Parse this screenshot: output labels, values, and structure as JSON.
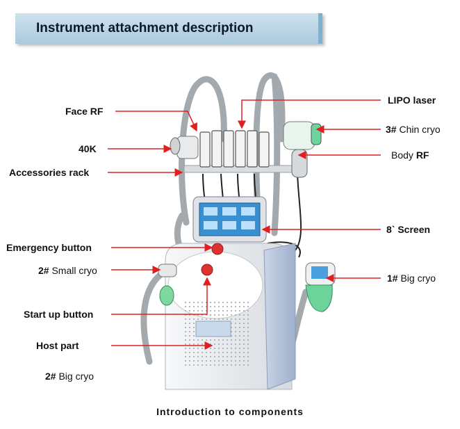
{
  "title": "Instrument attachment description",
  "caption": "Introduction to components",
  "colors": {
    "arrow": "#e02020",
    "banner": "#b9d4e6",
    "machine_body": "#eef0f3",
    "handle": "#9ea4a8",
    "screen": "#3a8fd0"
  },
  "labels": {
    "face_rf": "Face RF",
    "k40": "40K",
    "accessories_rack": "Accessories rack",
    "emergency_button": "Emergency button",
    "small_cryo_num": "2#",
    "small_cryo_text": " Small cryo",
    "start_up_button": "Start up button",
    "host_part": "Host part",
    "big_cryo_2_num": "2#",
    "big_cryo_2_text": " Big cryo",
    "lipo_laser": "LIPO laser",
    "chin_cryo_num": "3#",
    "chin_cryo_text": " Chin cryo",
    "body_rf_text": "Body ",
    "body_rf_bold": "RF",
    "screen": "8` Screen",
    "big_cryo_1_num": "1#",
    "big_cryo_1_text": " Big cryo"
  }
}
